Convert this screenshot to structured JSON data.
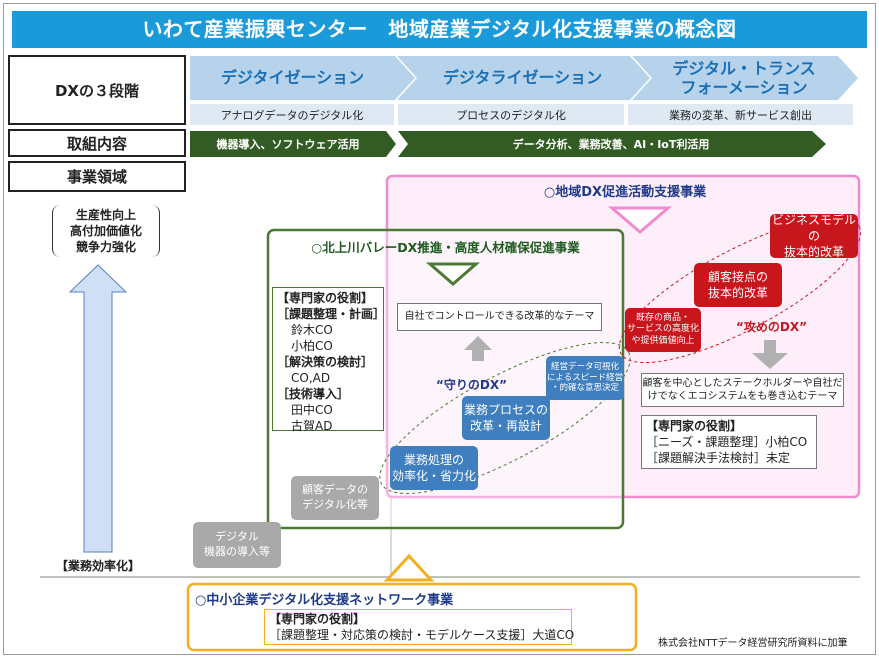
{
  "title": "いわて産業振興センター　地域産業デジタル化支援事業の概念図",
  "labels": {
    "dx_stages": "DXの３段階",
    "initiatives": "取組内容",
    "business_area": "事業領域"
  },
  "stages": [
    {
      "name": "デジタイゼーション",
      "sub": "アナログデータのデジタル化"
    },
    {
      "name": "デジタライゼーション",
      "sub": "プロセスのデジタル化"
    },
    {
      "name_line1": "デジタル・トランス",
      "name_line2": "フォーメーション",
      "sub": "業務の変革、新サービス創出"
    }
  ],
  "initiatives": {
    "first": "機器導入、ソフトウェア活用",
    "second": "データ分析、業務改善、AI・IoT利活用"
  },
  "goals": {
    "line1": "生産性向上",
    "line2": "高付加価値化",
    "line3": "競争力強化"
  },
  "efficiency_label": "【業務効率化】",
  "regional_dx": {
    "title": "○地域DX促進活動支援事業",
    "attack_dx": "“攻めのDX”",
    "theme": "顧客を中心としたステークホルダーや自社だけでなくエコシステムをも巻き込むテーマ",
    "role_title": "【専門家の役割】",
    "role_needs": "［ニーズ・課題整理］小柏CO",
    "role_solution": "［課題解決手法検討］未定"
  },
  "kitakami": {
    "title": "○北上川バレーDX推進・高度人材確保促進事業",
    "role_title": "【専門家の役割】",
    "task1": "［課題整理・計画］",
    "task1_people": [
      "鈴木CO",
      "小柏CO"
    ],
    "task2": "［解決策の検討］",
    "task2_people": [
      "CO,AD"
    ],
    "task3": "［技術導入］",
    "task3_people": [
      "田中CO",
      "古賀AD"
    ],
    "theme": "自社でコントロールできる改革的なテーマ",
    "defense_dx": "“守りのDX”"
  },
  "steps": {
    "device_intro": "デジタル\n機器の導入等",
    "customer_data": "顧客データの\nデジタル化等",
    "efficiency": "業務処理の\n効率化・省力化",
    "process_redesign": "業務プロセスの\n改革・再設計",
    "management_data": "経営データ可視化\nによるスピード経営\n・的確な意思決定",
    "product_upgrade": "既存の商品・\nサービスの高度化\nや提供価値向上",
    "customer_contact": "顧客接点の\n抜本的改革",
    "business_model": "ビジネスモデルの\n抜本的改革"
  },
  "sme_network": {
    "title": "○中小企業デジタル化支援ネットワーク事業",
    "role_title": "【専門家の役割】",
    "role_detail": "［課題整理・対応策の検討・モデルケース支援］大道CO"
  },
  "source": "株式会社NTTデータ経営研究所資料に加筆",
  "colors": {
    "title_bg": "#1a9ad9",
    "stage_arrow": "#b7d3ec",
    "initiative_arrow": "#335c24",
    "regional_border": "#f08bd0",
    "regional_bg": "#fdeefa",
    "kitakami_border": "#4a7a33",
    "sme_border": "#f2b01e",
    "dx_blue": "#3f7ebf",
    "dx_red": "#c8161d"
  }
}
